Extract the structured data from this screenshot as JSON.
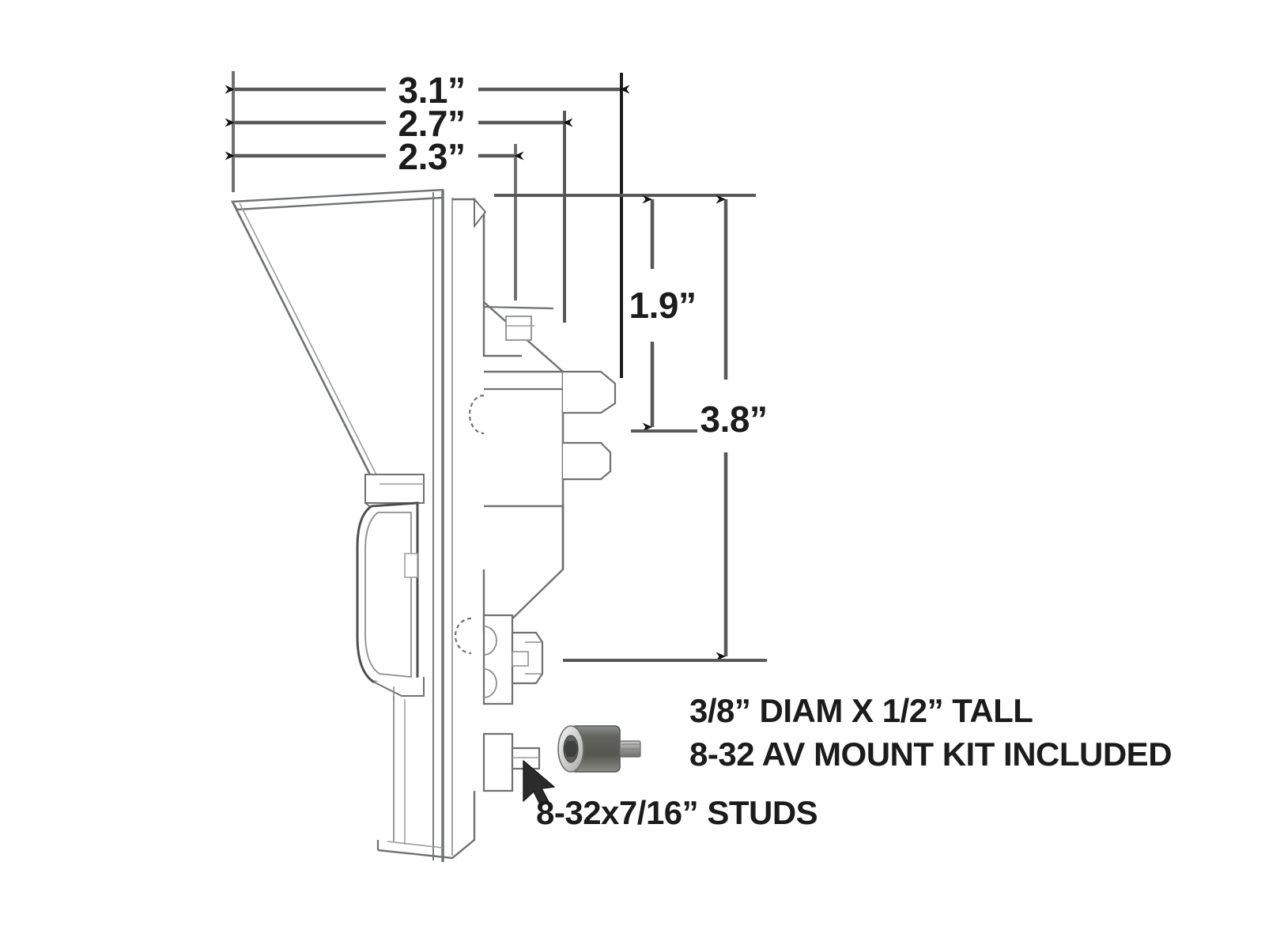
{
  "drawing": {
    "title": "Loudspeaker Side Profile Dimension Drawing",
    "units": "inches",
    "line_color": "#58585a",
    "dim_color": "#1c1c1c",
    "accent_color": "#6f7174",
    "background": "#ffffff"
  },
  "dimensions": {
    "horizontal": [
      {
        "id": "depth-3-1",
        "label": "3.1”",
        "value": 3.1
      },
      {
        "id": "depth-2-7",
        "label": "2.7”",
        "value": 2.7
      },
      {
        "id": "depth-2-3",
        "label": "2.3”",
        "value": 2.3
      }
    ],
    "vertical": [
      {
        "id": "height-1-9",
        "label": "1.9”",
        "value": 1.9
      },
      {
        "id": "height-3-8",
        "label": "3.8”",
        "value": 3.8
      }
    ]
  },
  "notes": {
    "av_mount_line1": "3/8” DIAM X 1/2” TALL",
    "av_mount_line2": "8-32 AV MOUNT KIT INCLUDED",
    "studs_label": "8-32x7/16” STUDS"
  },
  "parts": {
    "isolator_name": "av-mount-isolator",
    "cursor_name": "mouse-cursor"
  }
}
